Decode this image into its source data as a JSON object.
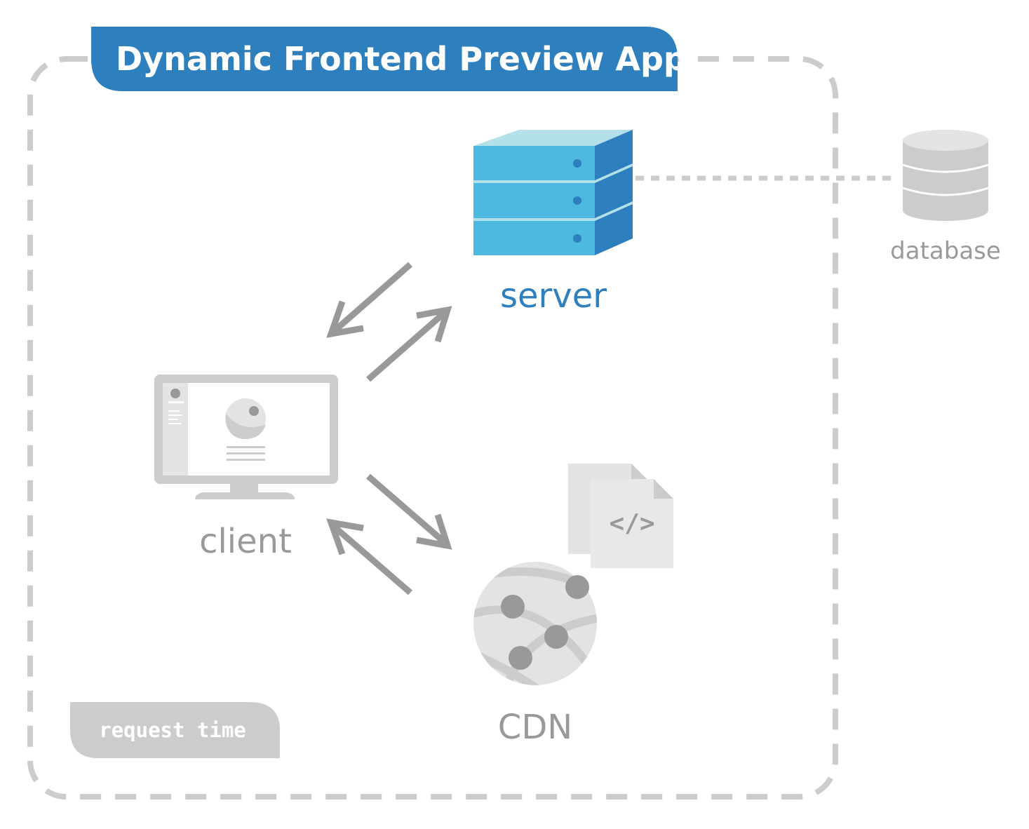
{
  "title": "Dynamic Frontend Preview App",
  "badge": "request time",
  "nodes": {
    "server": "server",
    "database": "database",
    "client": "client",
    "cdn": "CDN"
  },
  "code_symbol": "</>",
  "colors": {
    "title_bg": "#2e7fbd",
    "server_face": "#4db8e0",
    "server_side": "#2e7fbd",
    "server_top": "#b4e0ea",
    "gray_icon": "#cccccc",
    "arrow": "#999999",
    "label_gray": "#999999",
    "label_blue": "#2e7fbd"
  }
}
